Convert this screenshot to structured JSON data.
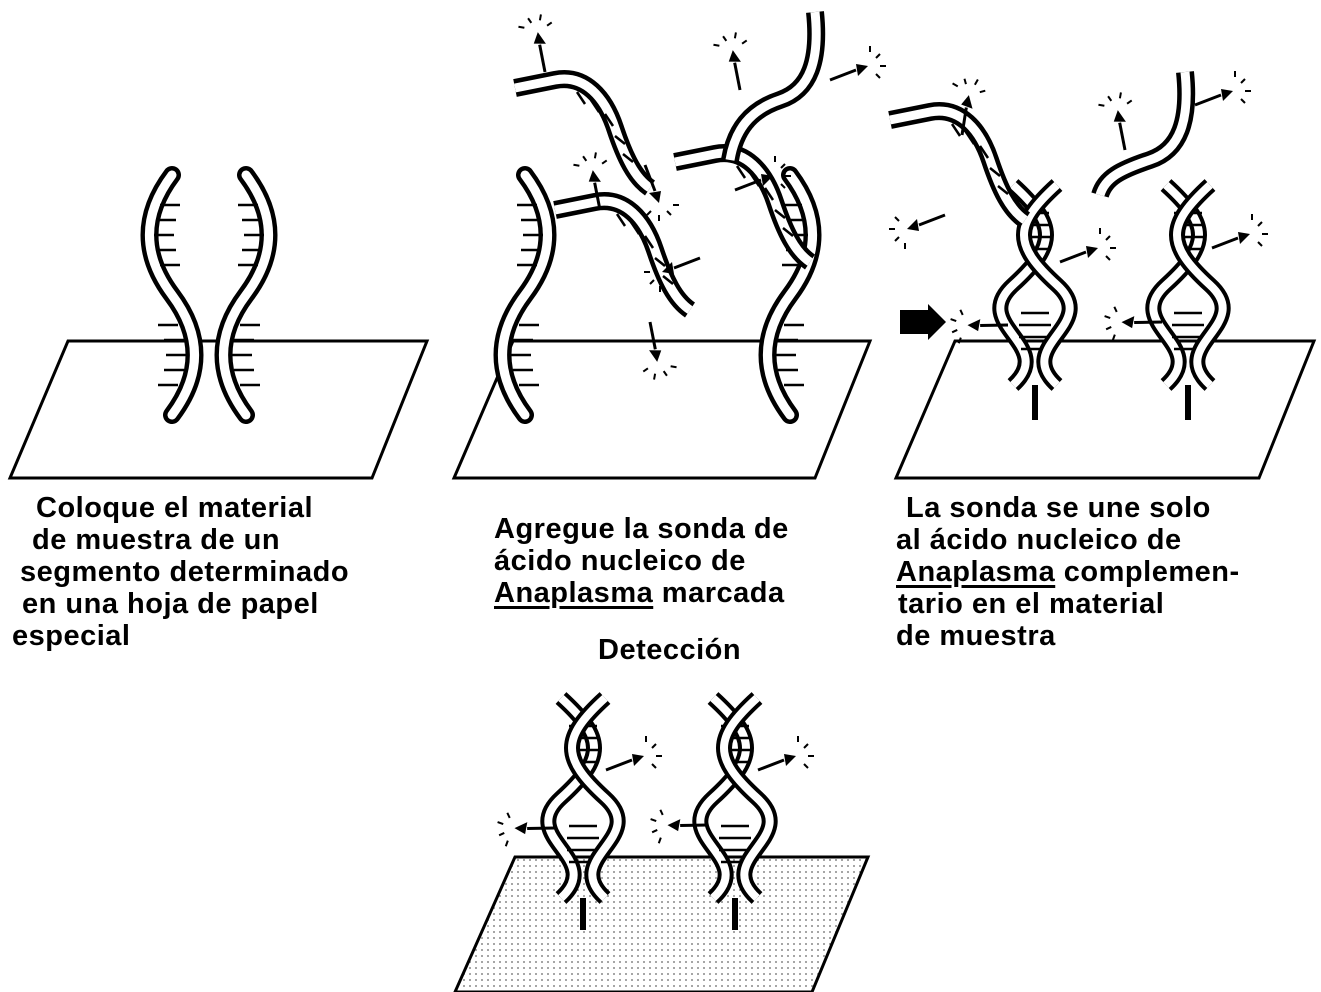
{
  "captions": {
    "step1": {
      "lines": [
        "Coloque el material",
        "de muestra de un",
        "segmento determinado",
        "en una hoja de papel",
        "especial"
      ]
    },
    "step2": {
      "line1": "Agregue la sonda de",
      "line2": "ácido nucleico de",
      "line3_underlined": "Anaplasma",
      "line3_rest": " marcada"
    },
    "step3": {
      "line1": "La sonda se une solo",
      "line2": "al ácido nucleico de",
      "line3_underlined": "Anaplasma",
      "line3_rest": " complemen-",
      "line4": "tario en el material",
      "line5": "de muestra"
    },
    "step4": {
      "title": "Detección"
    }
  },
  "icons": [
    "dna-strand-icon",
    "dna-double-helix-icon",
    "labeled-probe-icon",
    "arrow-right-icon",
    "paper-sheet-icon"
  ],
  "colors": {
    "ink": "#000000",
    "paper": "#ffffff",
    "dots": "#9a9a9a"
  }
}
